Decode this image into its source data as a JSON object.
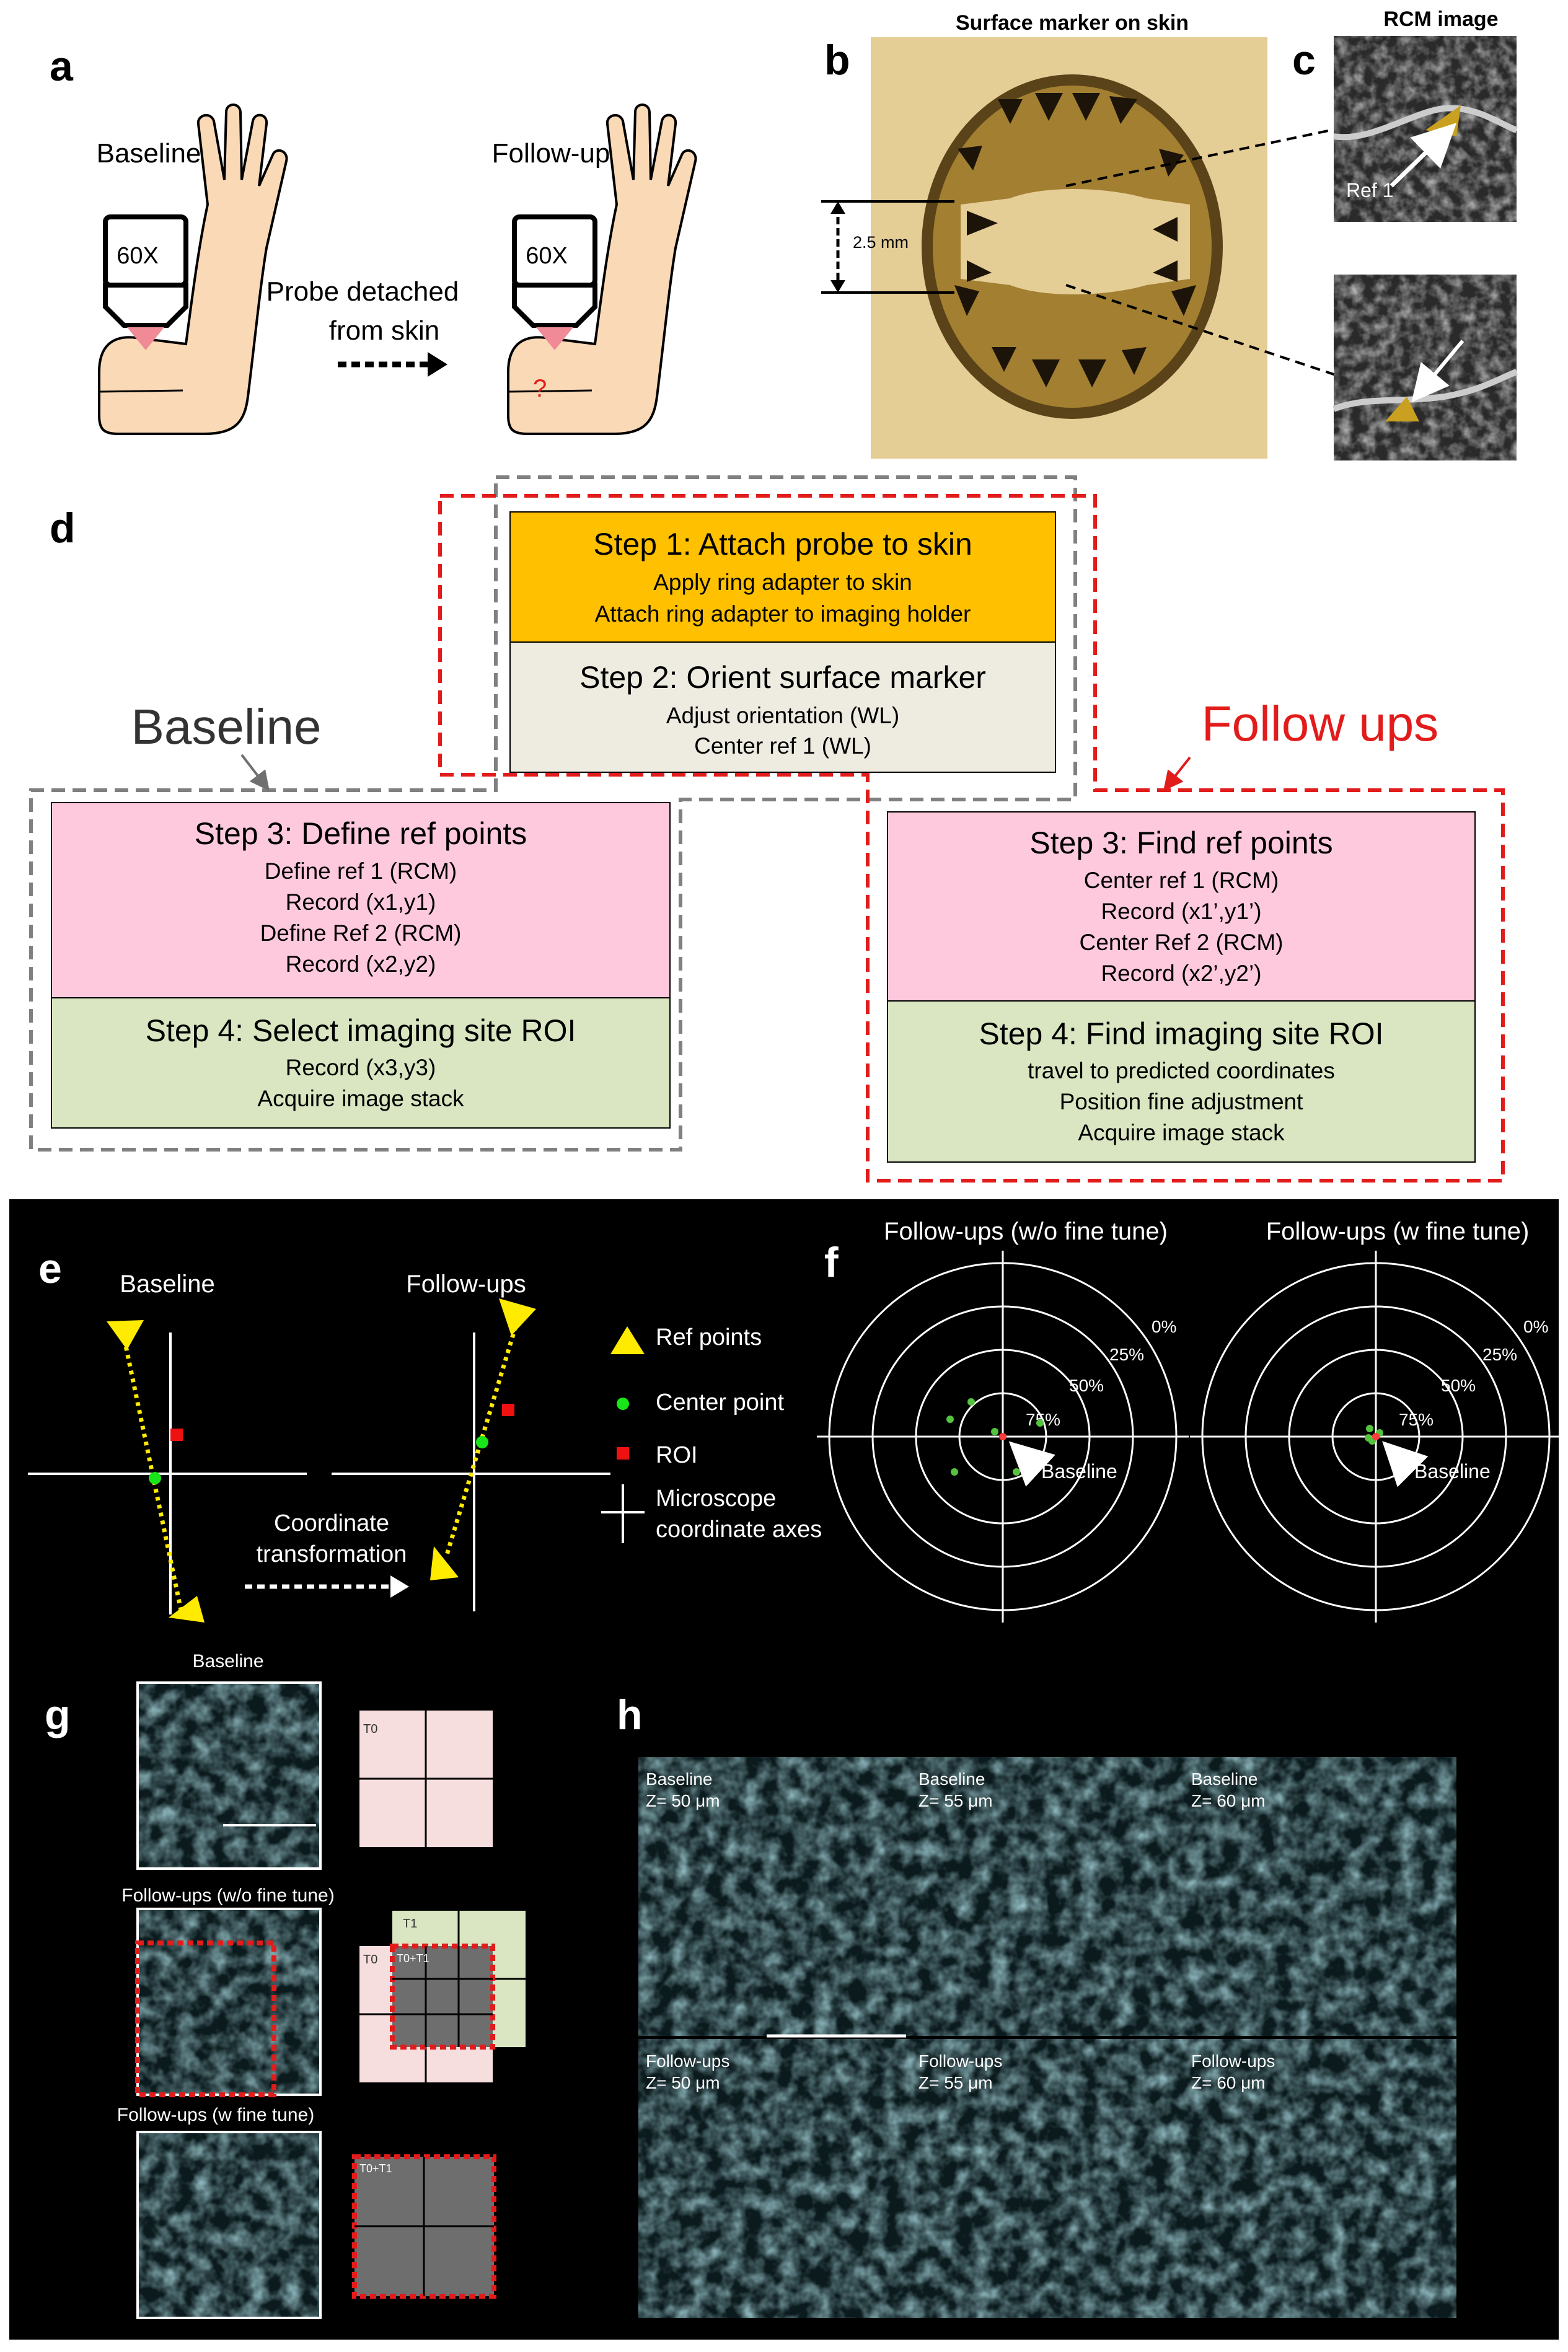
{
  "panel_letters": {
    "a": "a",
    "b": "b",
    "c": "c",
    "d": "d",
    "e": "e",
    "f": "f",
    "g": "g",
    "h": "h"
  },
  "panel_a": {
    "baseline": "Baseline",
    "followups": "Follow-ups",
    "objective": "60X",
    "probe_line1": "Probe detached",
    "probe_line2": "from skin",
    "question": "?"
  },
  "panel_b": {
    "title": "Surface marker on skin",
    "scale": "2.5 mm"
  },
  "panel_c": {
    "title": "RCM image",
    "ref_label": "Ref 1"
  },
  "panel_d": {
    "baseline_label": "Baseline",
    "followups_label": "Follow ups",
    "step1": {
      "title": "Step 1: Attach probe to skin",
      "lines": [
        "Apply ring adapter to skin",
        "Attach ring adapter to imaging holder"
      ]
    },
    "step2": {
      "title": "Step 2: Orient surface marker",
      "lines": [
        "Adjust orientation (WL)",
        "Center ref 1 (WL)"
      ]
    },
    "b_step3": {
      "title": "Step 3: Define ref points",
      "lines": [
        "Define ref 1 (RCM)",
        "Record (x1,y1)",
        "Define Ref 2 (RCM)",
        "Record (x2,y2)"
      ]
    },
    "b_step4": {
      "title": "Step 4: Select imaging site ROI",
      "lines": [
        "Record (x3,y3)",
        "Acquire image stack"
      ]
    },
    "f_step3": {
      "title": "Step 3: Find ref points",
      "lines": [
        "Center ref 1 (RCM)",
        "Record (x1’,y1’)",
        "Center Ref 2 (RCM)",
        "Record (x2’,y2’)"
      ]
    },
    "f_step4": {
      "title": "Step 4: Find imaging site ROI",
      "lines": [
        "travel to predicted coordinates",
        "Position fine adjustment",
        "Acquire image stack"
      ]
    }
  },
  "panel_e": {
    "baseline": "Baseline",
    "followups": "Follow-ups",
    "transform_line1": "Coordinate",
    "transform_line2": "transformation",
    "legend": {
      "ref": "Ref points",
      "center": "Center point",
      "roi": "ROI",
      "axes_line1": "Microscope",
      "axes_line2": "coordinate axes"
    }
  },
  "panel_f": {
    "left_title": "Follow-ups (w/o fine tune)",
    "right_title": "Follow-ups (w fine tune)",
    "ring_labels": [
      "0%",
      "25%",
      "50%",
      "75%"
    ],
    "baseline_label": "Baseline"
  },
  "panel_g": {
    "baseline": "Baseline",
    "wo_fine": "Follow-ups  (w/o fine tune)",
    "w_fine": "Follow-ups  (w fine tune)",
    "t0": "T0",
    "t1": "T1",
    "t0t1": "T0+T1"
  },
  "panel_h": {
    "baseline": "Baseline",
    "followups": "Follow-ups",
    "z_values": [
      "Z= 50 μm",
      "Z= 55 μm",
      "Z= 60 μm"
    ]
  },
  "colors": {
    "step1": "#ffc000",
    "step2": "#eeece1",
    "step3": "#ffc9dd",
    "step4": "#d9e6c1",
    "red_dash": "#e21b1b",
    "gray_dash": "#808080",
    "cyan": "#7fc8d3",
    "marker_gold": "#c9a020"
  }
}
